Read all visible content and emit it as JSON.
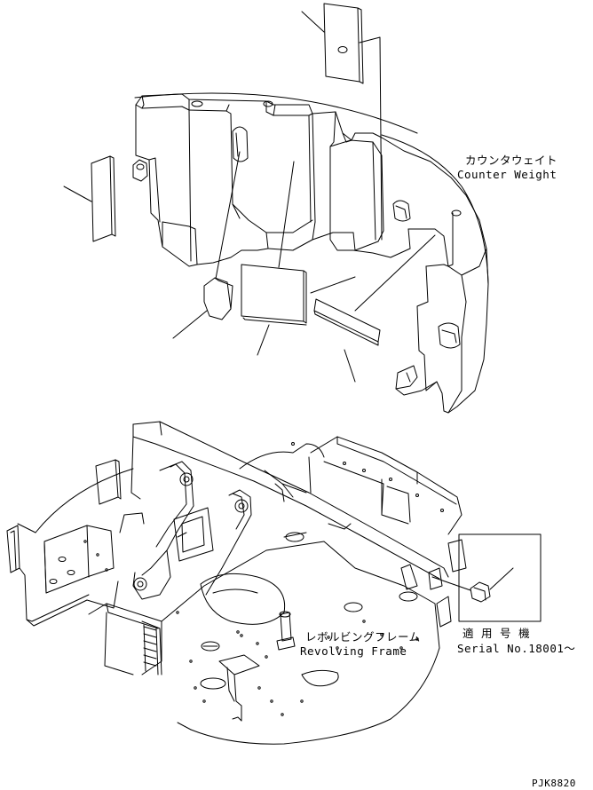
{
  "labels": {
    "counter_weight_ja": "カウンタウェイト",
    "counter_weight_en": "Counter Weight",
    "revolving_frame_ja": "レボルビングフレーム",
    "revolving_frame_en": "Revolving Frame",
    "serial_ja": "適 用 号 機",
    "serial_en": "Serial No.18001～",
    "drawing_code": "PJK8820"
  },
  "colors": {
    "line": "#000000",
    "background": "#ffffff"
  }
}
